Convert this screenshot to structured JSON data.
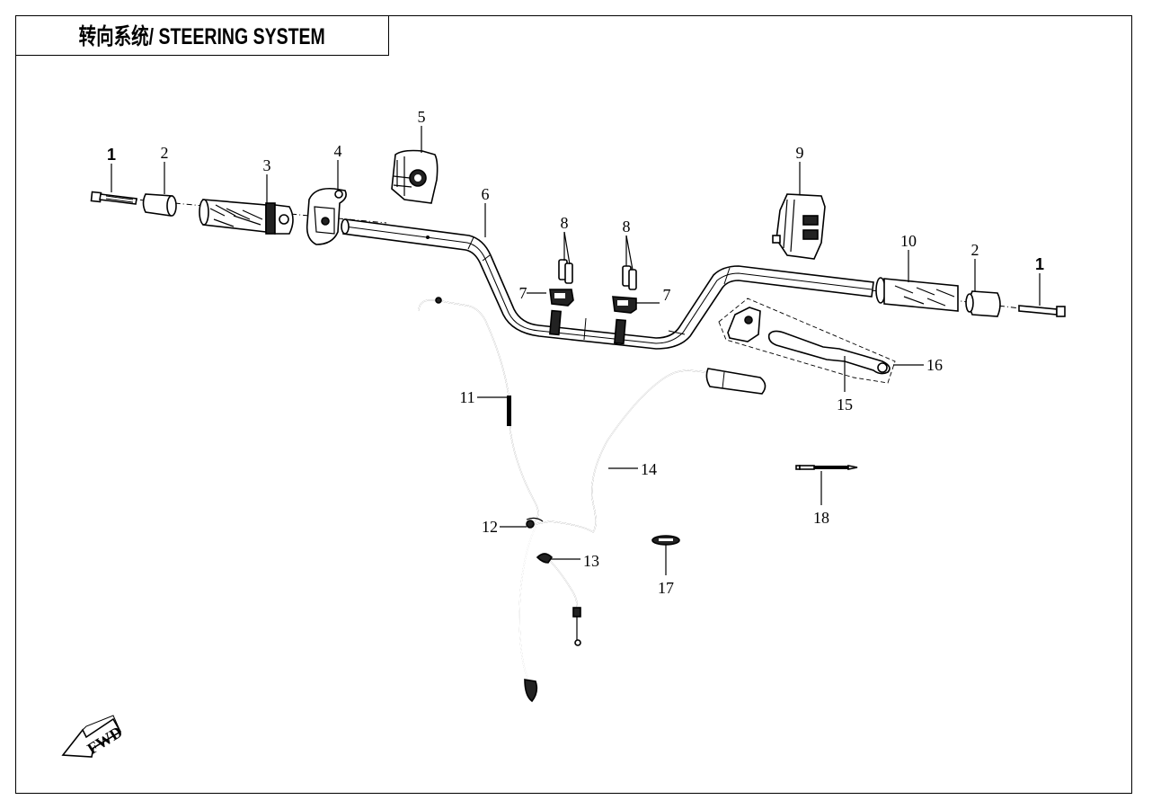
{
  "title": "转向系统/ STEERING SYSTEM",
  "fwd_label": "FWD",
  "callouts": [
    {
      "id": "c1a",
      "num": "1",
      "part": "handlebar-end-bolt-left"
    },
    {
      "id": "c2a",
      "num": "2",
      "part": "handlebar-end-weight-left"
    },
    {
      "id": "c3",
      "num": "3",
      "part": "throttle-grip"
    },
    {
      "id": "c4",
      "num": "4",
      "part": "throttle-housing"
    },
    {
      "id": "c5",
      "num": "5",
      "part": "right-switch-assembly"
    },
    {
      "id": "c6",
      "num": "6",
      "part": "handlebar"
    },
    {
      "id": "c7a",
      "num": "7",
      "part": "handlebar-clamp-left"
    },
    {
      "id": "c7b",
      "num": "7",
      "part": "handlebar-clamp-right"
    },
    {
      "id": "c8a",
      "num": "8",
      "part": "clamp-bolts-left"
    },
    {
      "id": "c8b",
      "num": "8",
      "part": "clamp-bolts-right"
    },
    {
      "id": "c9",
      "num": "9",
      "part": "left-switch-assembly"
    },
    {
      "id": "c10",
      "num": "10",
      "part": "left-grip"
    },
    {
      "id": "c2b",
      "num": "2",
      "part": "handlebar-end-weight-right"
    },
    {
      "id": "c1b",
      "num": "1",
      "part": "handlebar-end-bolt-right"
    },
    {
      "id": "c11",
      "num": "11",
      "part": "throttle-cable"
    },
    {
      "id": "c12",
      "num": "12",
      "part": "cable-clip"
    },
    {
      "id": "c13",
      "num": "13",
      "part": "cable-tie-clamp"
    },
    {
      "id": "c14",
      "num": "14",
      "part": "choke-cable"
    },
    {
      "id": "c15",
      "num": "15",
      "part": "clutch-lever-assembly"
    },
    {
      "id": "c16",
      "num": "16",
      "part": "lever-pivot-bolt"
    },
    {
      "id": "c17",
      "num": "17",
      "part": "rubber-grommet"
    },
    {
      "id": "c18",
      "num": "18",
      "part": "cable-tie"
    }
  ]
}
